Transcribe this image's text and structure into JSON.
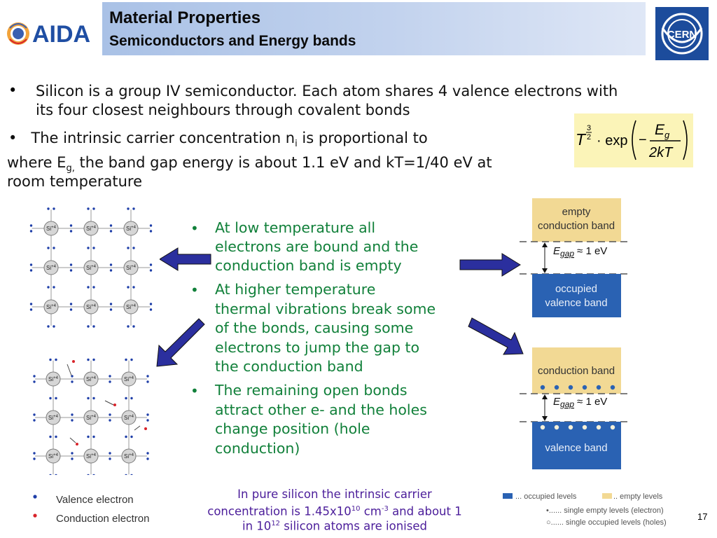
{
  "header": {
    "title": "Material Properties",
    "subtitle": "Semiconductors and Energy bands",
    "aida_logo_text": "AIDA",
    "cern_logo_text": "CERN"
  },
  "bullets": {
    "b1_line1": "Silicon is a group IV semiconductor. Each atom shares 4 valence electrons with",
    "b1_line2": "its four closest neighbours through covalent bonds",
    "b2_pre": "The intrinsic carrier concentration n",
    "b2_sub": "i",
    "b2_post": " is proportional to",
    "b3_pre": "where E",
    "b3_sub": "g,",
    "b3_post": " the band gap energy is about 1.1 eV and kT=1/40 eV  at",
    "b3_line2": "room temperature"
  },
  "formula": {
    "T": "T",
    "exp_num": "3",
    "exp_den": "2",
    "dot_exp": "· exp",
    "numerator": "E",
    "numerator_sub": "g",
    "denominator": "2kT",
    "minus": "−"
  },
  "lattice": {
    "atom_label": "Si",
    "atom_charge": "+4"
  },
  "green_text": {
    "p1": [
      "At low temperature all",
      "electrons are bound and the",
      "conduction band is empty"
    ],
    "p2": [
      "At higher temperature",
      "thermal vibrations break some",
      "of the bonds, causing some",
      "electrons to jump the gap to",
      "the conduction band"
    ],
    "p3": [
      "The remaining open bonds",
      "attract other e- and the holes",
      "change position (hole",
      "conduction)"
    ]
  },
  "bands_top": {
    "empty_line1": "empty",
    "empty_line2": "conduction band",
    "gap": "E",
    "gap_sub": "gap",
    "gap_value": "≈ 1 eV",
    "occupied_line1": "occupied",
    "occupied_line2": "valence band"
  },
  "bands_bottom": {
    "conduction": "conduction band",
    "gap": "E",
    "gap_sub": "gap",
    "gap_value": "≈ 1 eV",
    "valence": "valence band"
  },
  "legend_left": {
    "valence": "Valence electron",
    "conduction": "Conduction electron"
  },
  "legend_right": {
    "occupied": "... occupied levels",
    "empty": ".. empty levels",
    "single_empty": "•...... single empty levels (electron)",
    "single_occupied": "○...... single occupied levels (holes)"
  },
  "footnote": {
    "line1": "In pure silicon the intrinsic carrier",
    "line2_a": "concentration is 1.45x10",
    "line2_sup1": "10",
    "line2_b": " cm",
    "line2_sup2": "-3",
    "line2_c": " and about 1",
    "line3_a": "in 10",
    "line3_sup": "12",
    "line3_b": " silicon atoms are ionised"
  },
  "page_number": "17",
  "colors": {
    "band_empty": "#f2d994",
    "band_occupied": "#2a62b3",
    "arrow_fill": "#2b2f9e",
    "green_text": "#11803a",
    "purple_text": "#4b1d9a",
    "valence_electron": "#1f3fa8",
    "conduction_electron": "#d8232a"
  }
}
